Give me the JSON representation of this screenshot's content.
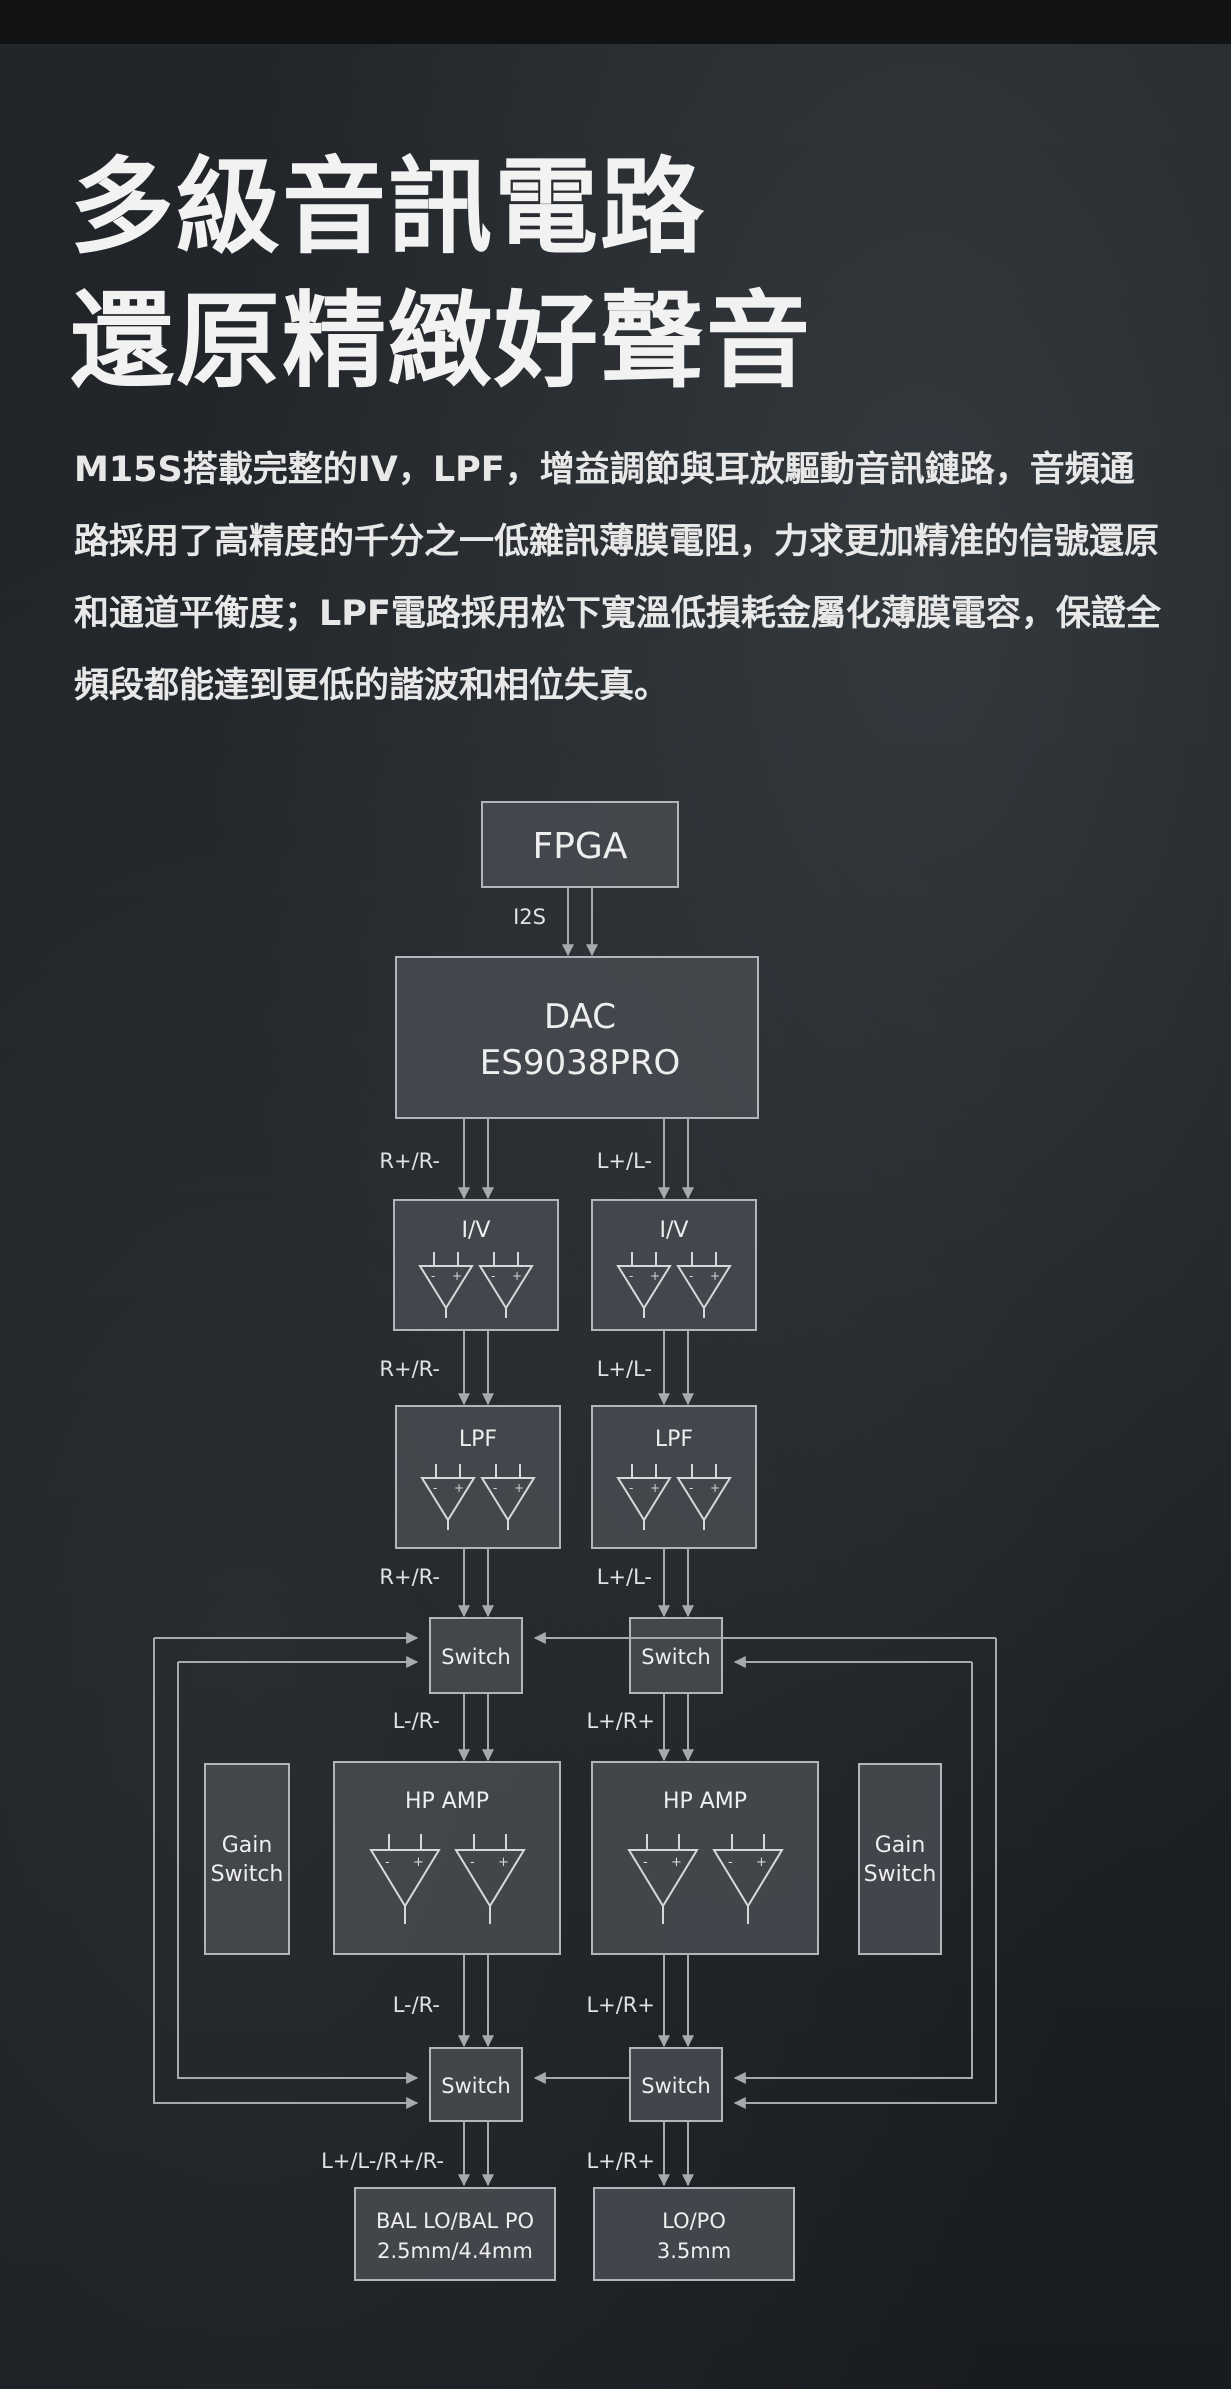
{
  "headline": {
    "line1": "多級音訊電路",
    "line2": "還原精緻好聲音"
  },
  "body": "M15S搭載完整的IV，LPF，增益調節與耳放驅動音訊鏈路，音頻通路採用了高精度的千分之一低雜訊薄膜電阻，力求更加精准的信號還原和通道平衡度；LPF電路採用松下寬溫低損耗金屬化薄膜電容，保證全頻段都能達到更低的諧波和相位失真。",
  "diagram": {
    "fpga": "FPGA",
    "i2s": "I2S",
    "dac_line1": "DAC",
    "dac_line2": "ES9038PRO",
    "sig_r_1": "R+/R-",
    "sig_l_1": "L+/L-",
    "iv_left": "I/V",
    "iv_right": "I/V",
    "sig_r_2": "R+/R-",
    "sig_l_2": "L+/L-",
    "lpf_left": "LPF",
    "lpf_right": "LPF",
    "sig_r_3": "R+/R-",
    "sig_l_3": "L+/L-",
    "switch_top_left": "Switch",
    "switch_top_right": "Switch",
    "sig_lr_neg": "L-/R-",
    "sig_lr_pos": "L+/R+",
    "gain_left_line1": "Gain",
    "gain_left_line2": "Switch",
    "gain_right_line1": "Gain",
    "gain_right_line2": "Switch",
    "hpamp_left": "HP AMP",
    "hpamp_right": "HP AMP",
    "sig_lr_neg_2": "L-/R-",
    "sig_lr_pos_2": "L+/R+",
    "switch_bottom_left": "Switch",
    "switch_bottom_right": "Switch",
    "sig_bal": "L+/L-/R+/R-",
    "sig_se": "L+/R+",
    "out_bal_line1": "BAL LO/BAL PO",
    "out_bal_line2": "2.5mm/4.4mm",
    "out_se_line1": "LO/PO",
    "out_se_line2": "3.5mm"
  }
}
